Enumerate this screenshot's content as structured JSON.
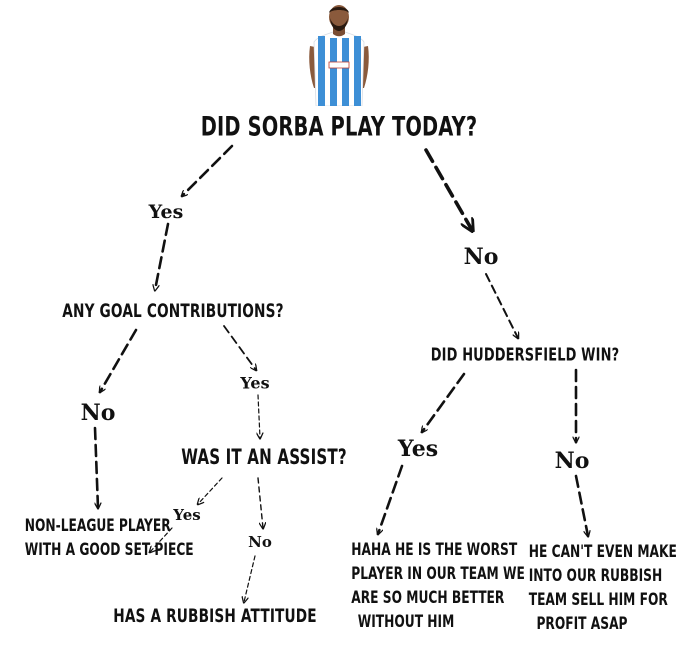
{
  "diagram": {
    "question_main": "DID SORBA PLAY TODAY?",
    "answer_yes_main": "Yes",
    "answer_no_main": "No",
    "question_goal": "ANY GOAL CONTRIBUTIONS?",
    "answer_no_goal": "No",
    "answer_yes_goal": "Yes",
    "question_assist": "WAS IT AN ASSIST?",
    "answer_yes_assist": "Yes",
    "answer_no_assist": "No",
    "outcome_nonleague": [
      "NON-LEAGUE PLAYER",
      "WITH A GOOD SET PIECE"
    ],
    "outcome_attitude": "HAS A RUBBISH ATTITUDE",
    "question_win": "DID HUDDERSFIELD WIN?",
    "answer_yes_win": "Yes",
    "answer_no_win": "No",
    "outcome_worst": [
      "HAHA HE IS THE WORST",
      "PLAYER IN OUR TEAM WE",
      "ARE SO MUCH BETTER",
      "WITHOUT HIM"
    ],
    "outcome_sell": [
      "HE CAN'T EVEN MAKE IT",
      "INTO OUR RUBBISH",
      "TEAM SELL HIM FOR",
      "PROFIT ASAP"
    ]
  },
  "colors": {
    "kit_blue": "#3d8fd6",
    "kit_white": "#ffffff",
    "skin": "#8a5a3c",
    "text": "#111111"
  }
}
